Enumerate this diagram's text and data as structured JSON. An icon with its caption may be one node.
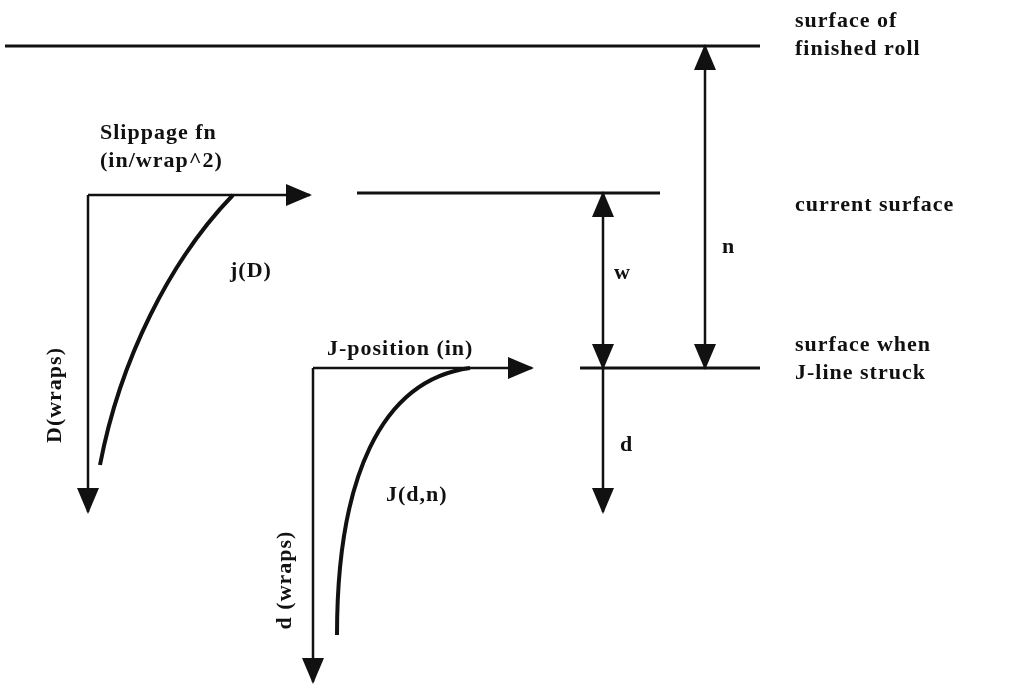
{
  "diagram": {
    "labels": [
      "surface of finished roll",
      "Slippage fn (in/wrap^2)",
      "current surface",
      "n",
      "w",
      "j(D)",
      "D(wraps)",
      "J-position (in)",
      "surface when J-line struck",
      "d",
      "J(d,n)",
      "d (wraps)"
    ]
  }
}
